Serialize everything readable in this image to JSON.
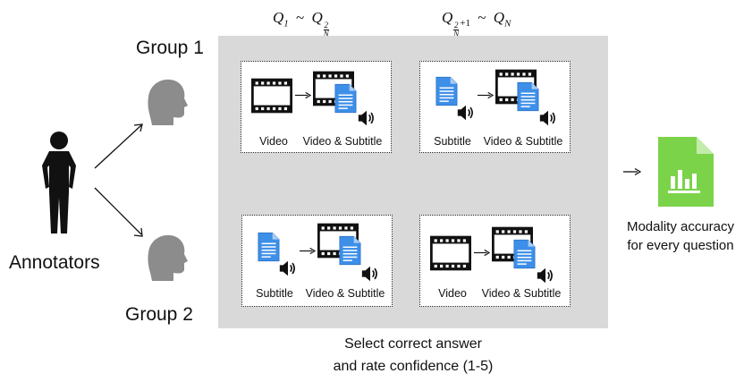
{
  "header": {
    "left_range": {
      "q": "Q",
      "sub1": "1",
      "tilde": "~",
      "frac_num": "2",
      "frac_den": "N"
    },
    "right_range": {
      "q": "Q",
      "frac_num": "2",
      "frac_den": "N",
      "plus1": "+1",
      "tilde": "~",
      "subN": "N"
    }
  },
  "groups": {
    "group1": "Group 1",
    "group2": "Group 2"
  },
  "annotators_label": "Annotators",
  "cards": [
    {
      "first": "Video",
      "second": "Video & Subtitle"
    },
    {
      "first": "Subtitle",
      "second": "Video & Subtitle"
    },
    {
      "first": "Subtitle",
      "second": "Video & Subtitle"
    },
    {
      "first": "Video",
      "second": "Video & Subtitle"
    }
  ],
  "caption": {
    "line1": "Select correct answer",
    "line2": "and rate confidence (1-5)"
  },
  "output": {
    "line1": "Modality accuracy",
    "line2": "for every question"
  },
  "colors": {
    "panel": "#d9d9d9",
    "doc_blue": "#3d8fe8",
    "chart_green": "#7bd34a",
    "head_gray": "#8c8c8c"
  },
  "icons": [
    "person-icon",
    "head-icon",
    "film-icon",
    "document-icon",
    "speaker-icon",
    "chart-document-icon",
    "arrow-icon"
  ]
}
